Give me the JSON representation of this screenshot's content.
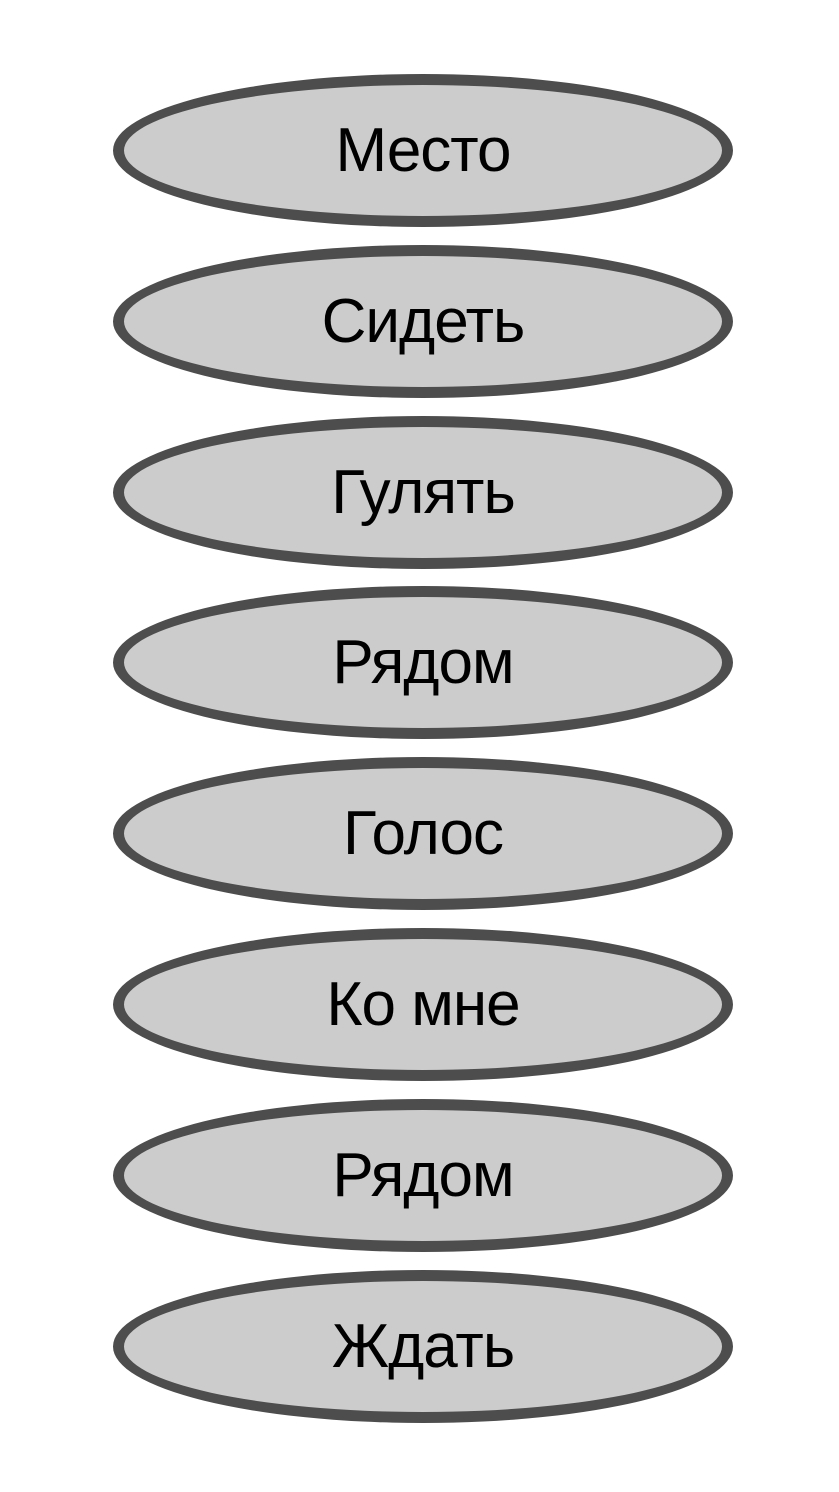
{
  "commands": [
    {
      "label": "Место"
    },
    {
      "label": "Сидеть"
    },
    {
      "label": "Гулять"
    },
    {
      "label": "Рядом"
    },
    {
      "label": "Голос"
    },
    {
      "label": "Ко мне"
    },
    {
      "label": "Рядом"
    },
    {
      "label": "Ждать"
    }
  ],
  "colors": {
    "fill": "#cccccc",
    "stroke": "#4d4d4d",
    "text": "#000000",
    "background": "#ffffff"
  }
}
